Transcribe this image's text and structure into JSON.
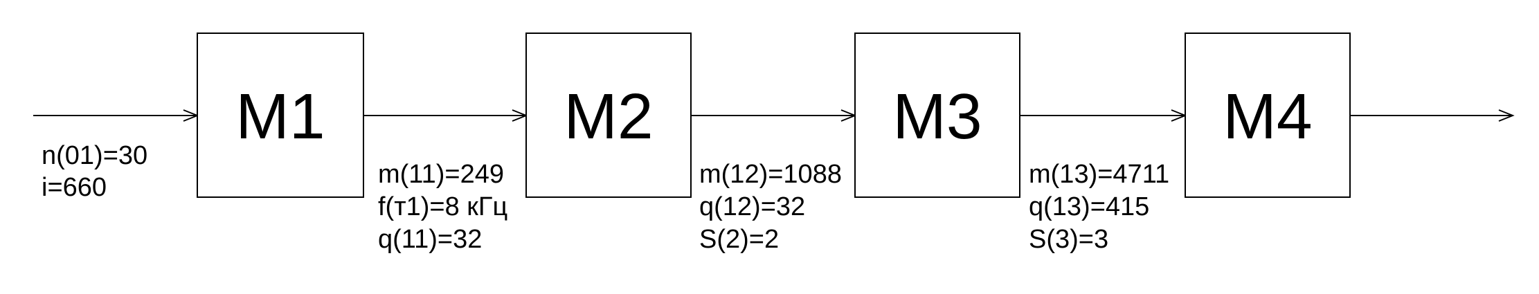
{
  "modules": [
    {
      "label": "M1"
    },
    {
      "label": "M2"
    },
    {
      "label": "M3"
    },
    {
      "label": "M4"
    }
  ],
  "annotations": [
    {
      "lines": [
        "n(01)=30",
        "i=660"
      ]
    },
    {
      "lines": [
        "m(11)=249",
        "f(т1)=8 кГц",
        "q(11)=32"
      ]
    },
    {
      "lines": [
        "m(12)=1088",
        "q(12)=32",
        "S(2)=2"
      ]
    },
    {
      "lines": [
        "m(13)=4711",
        "q(13)=415",
        "S(3)=3"
      ]
    }
  ]
}
